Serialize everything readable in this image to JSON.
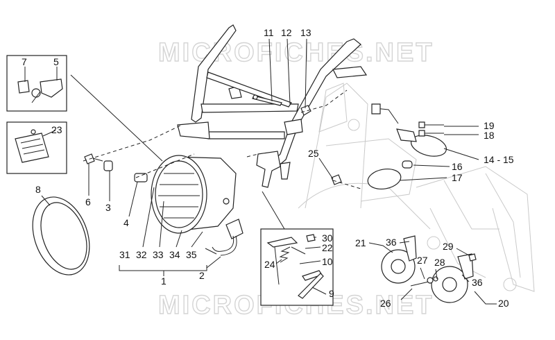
{
  "watermark": "MICROFICHES.NET",
  "callouts": {
    "c1": "1",
    "c2": "2",
    "c3": "3",
    "c4": "4",
    "c5": "5",
    "c6": "6",
    "c7": "7",
    "c8": "8",
    "c9": "9",
    "c10": "10",
    "c11": "11",
    "c12": "12",
    "c13": "13",
    "c14_15": "14 - 15",
    "c16": "16",
    "c17": "17",
    "c18": "18",
    "c19": "19",
    "c20": "20",
    "c21": "21",
    "c22": "22",
    "c23": "23",
    "c24": "24",
    "c25": "25",
    "c26": "26",
    "c27": "27",
    "c28": "28",
    "c29": "29",
    "c30": "30",
    "c31": "31",
    "c32": "32",
    "c33": "33",
    "c34": "34",
    "c35": "35",
    "c36a": "36",
    "c36b": "36"
  }
}
